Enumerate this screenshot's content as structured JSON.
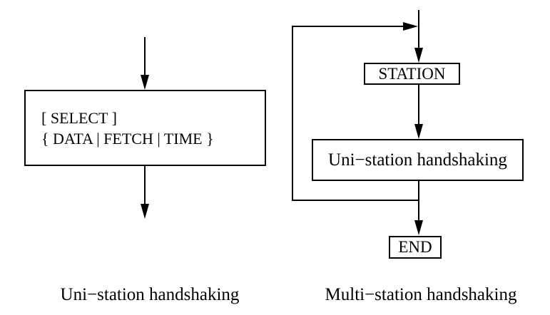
{
  "colors": {
    "line": "#000000",
    "background": "#ffffff"
  },
  "left_diagram": {
    "box": {
      "line1": "[ SELECT ]",
      "line2": "{ DATA | FETCH | TIME }"
    },
    "caption": "Uni−station handshaking"
  },
  "right_diagram": {
    "station_box": "STATION",
    "process_box": "Uni−station handshaking",
    "end_box": "END",
    "caption": "Multi−station handshaking"
  }
}
